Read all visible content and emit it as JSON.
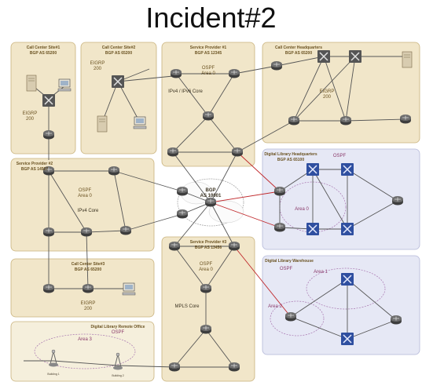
{
  "page": {
    "title": "Incident#2"
  },
  "colors": {
    "zone_tan": "#f1e6c9",
    "zone_border": "#c9b27c",
    "zone_blue": "#e6e8f5",
    "router": "#5a5a5a",
    "switch_blue": "#3355aa",
    "link": "#555555",
    "link_red": "#c0282b"
  },
  "zones": {
    "cc1": {
      "title": "Call Center Site#1",
      "as": "BGP AS 65200",
      "protocol": "EIGRP",
      "area": "200"
    },
    "cc2": {
      "title": "Call Center Site#2",
      "as": "BGP AS 65200",
      "protocol": "EIGRP",
      "area": "200"
    },
    "sp1": {
      "title": "Service Provider #1",
      "as": "BGP AS 12345",
      "protocol": "OSPF",
      "area": "Area 0",
      "core": "IPv4 / IPv6 Core"
    },
    "hq": {
      "title": "Call Center Headquarters",
      "as": "BGP AS 65200",
      "protocol": "EIGRP",
      "area": "200"
    },
    "sp2": {
      "title": "Service Provider #2",
      "as": "BGP AS 14567",
      "protocol": "OSPF",
      "area": "Area 0",
      "core": "IPv4 Core"
    },
    "dighq": {
      "title": "Digital Library Headquarters",
      "as": "BGP AS 65100",
      "protocol": "OSPF",
      "area": "Area 0"
    },
    "cc3": {
      "title": "Call Center Site#3",
      "as": "BGP AS 65200",
      "protocol": "EIGRP",
      "area": "200"
    },
    "sp3": {
      "title": "Service Provider #3",
      "as": "BGP AS 13456",
      "protocol": "OSPF",
      "area": "Area 0",
      "core": "MPLS Core"
    },
    "dls": {
      "title": "Digital Library Warehouse",
      "protocol": "OSPF",
      "area1": "Area 1",
      "area2": "Area 2"
    },
    "dro": {
      "title": "Digital Library Remote Office",
      "protocol": "OSPF",
      "area": "Area 3",
      "b1": "Building 1",
      "b2": "Building 2"
    },
    "bgp": {
      "label": "BGP",
      "as": "AS 10001"
    }
  }
}
